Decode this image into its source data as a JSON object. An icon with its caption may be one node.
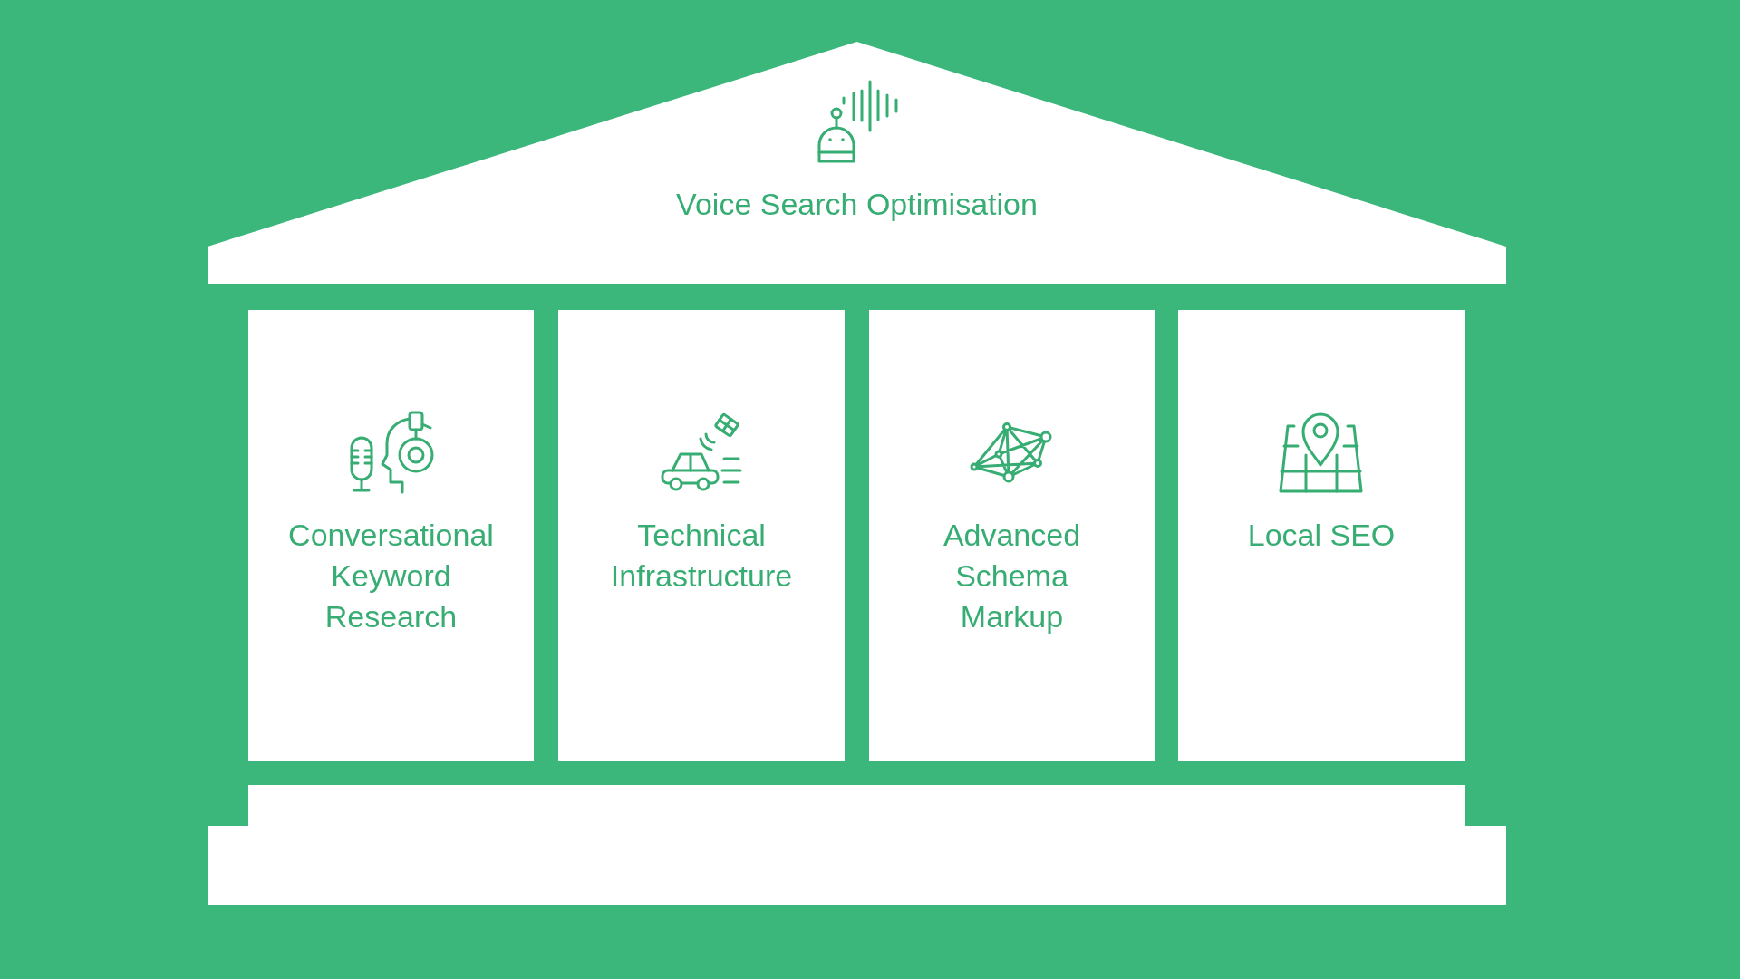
{
  "diagram": {
    "nodes": [
      {
        "text": [
          "Voice Search Optimisation"
        ]
      },
      {
        "text": [
          "Conversational Keyword Research"
        ]
      },
      {
        "text": [
          "Technical Infrastructure"
        ]
      },
      {
        "text": [
          "Advanced Schema Markup"
        ]
      },
      {
        "text": [
          "Local SEO"
        ]
      },
      {
        "text": [],
        "shape": "box"
      }
    ]
  }
}
